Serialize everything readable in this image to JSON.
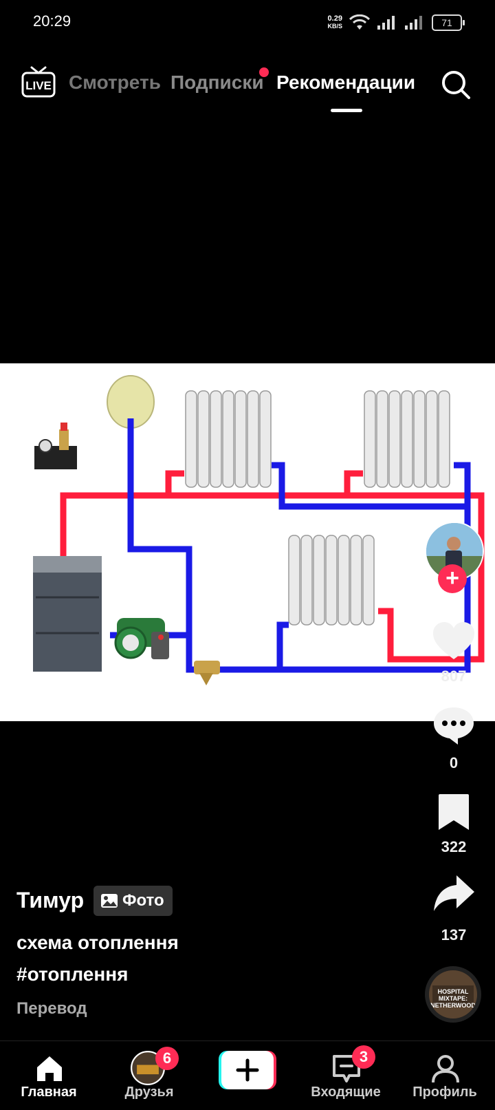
{
  "status": {
    "time": "20:29",
    "net_speed_value": "0.29",
    "net_speed_unit": "KB/S",
    "battery": "71"
  },
  "topnav": {
    "live_label": "LIVE",
    "tabs": [
      {
        "label": "Смотреть"
      },
      {
        "label": "Подписки"
      },
      {
        "label": "Рекомендации"
      }
    ]
  },
  "rail": {
    "likes": "807",
    "comments": "0",
    "saves": "322",
    "shares": "137",
    "music_disc_text": "HOSPITAL MIXTAPE: NETHERWOOD"
  },
  "caption": {
    "author": "Тимур",
    "badge": "Фото",
    "line1": "схема отоплення",
    "line2": "#отоплення",
    "translate": "Перевод"
  },
  "bottom_nav": {
    "items": [
      {
        "label": "Главная"
      },
      {
        "label": "Друзья",
        "badge": "6"
      },
      {
        "label": "Входящие",
        "badge": "3"
      },
      {
        "label": "Профиль"
      }
    ]
  },
  "colors": {
    "accent": "#ff2c55",
    "hot_pipe": "#ff1e3c",
    "cold_pipe": "#1a1ae6",
    "background": "#000000"
  }
}
